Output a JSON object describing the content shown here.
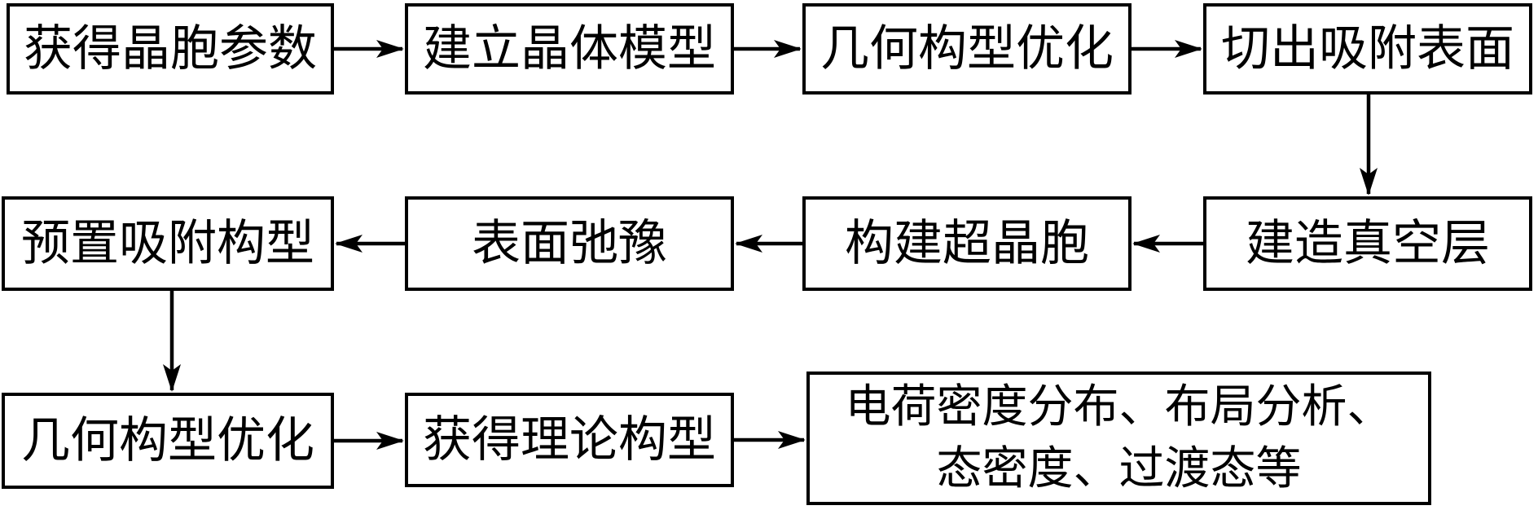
{
  "diagram": {
    "type": "flowchart",
    "language": "zh-CN",
    "colors": {
      "background": "#ffffff",
      "line": "#000000",
      "node_fill": "#ffffff",
      "text": "#000000"
    },
    "nodes": [
      {
        "id": "obtain-cell-parameters",
        "label": "获得晶胞参数"
      },
      {
        "id": "build-crystal-model",
        "label": "建立晶体模型"
      },
      {
        "id": "geometry-optimization-1",
        "label": "几何构型优化"
      },
      {
        "id": "cut-adsorption-surface",
        "label": "切出吸附表面"
      },
      {
        "id": "build-vacuum-layer",
        "label": "建造真空层"
      },
      {
        "id": "construct-supercell",
        "label": "构建超晶胞"
      },
      {
        "id": "surface-relaxation",
        "label": "表面弛豫"
      },
      {
        "id": "preset-adsorption-configuration",
        "label": "预置吸附构型"
      },
      {
        "id": "geometry-optimization-2",
        "label": "几何构型优化"
      },
      {
        "id": "obtain-theoretical-configuration",
        "label": "获得理论构型"
      },
      {
        "id": "analysis-results",
        "label": "电荷密度分布、布局分析、态密度、过渡态等",
        "label_line1": "电荷密度分布、布局分析、",
        "label_line2": "态密度、过渡态等"
      }
    ],
    "edges": [
      {
        "from": "obtain-cell-parameters",
        "to": "build-crystal-model"
      },
      {
        "from": "build-crystal-model",
        "to": "geometry-optimization-1"
      },
      {
        "from": "geometry-optimization-1",
        "to": "cut-adsorption-surface"
      },
      {
        "from": "cut-adsorption-surface",
        "to": "build-vacuum-layer"
      },
      {
        "from": "build-vacuum-layer",
        "to": "construct-supercell"
      },
      {
        "from": "construct-supercell",
        "to": "surface-relaxation"
      },
      {
        "from": "surface-relaxation",
        "to": "preset-adsorption-configuration"
      },
      {
        "from": "preset-adsorption-configuration",
        "to": "geometry-optimization-2"
      },
      {
        "from": "geometry-optimization-2",
        "to": "obtain-theoretical-configuration"
      },
      {
        "from": "obtain-theoretical-configuration",
        "to": "analysis-results"
      }
    ]
  }
}
